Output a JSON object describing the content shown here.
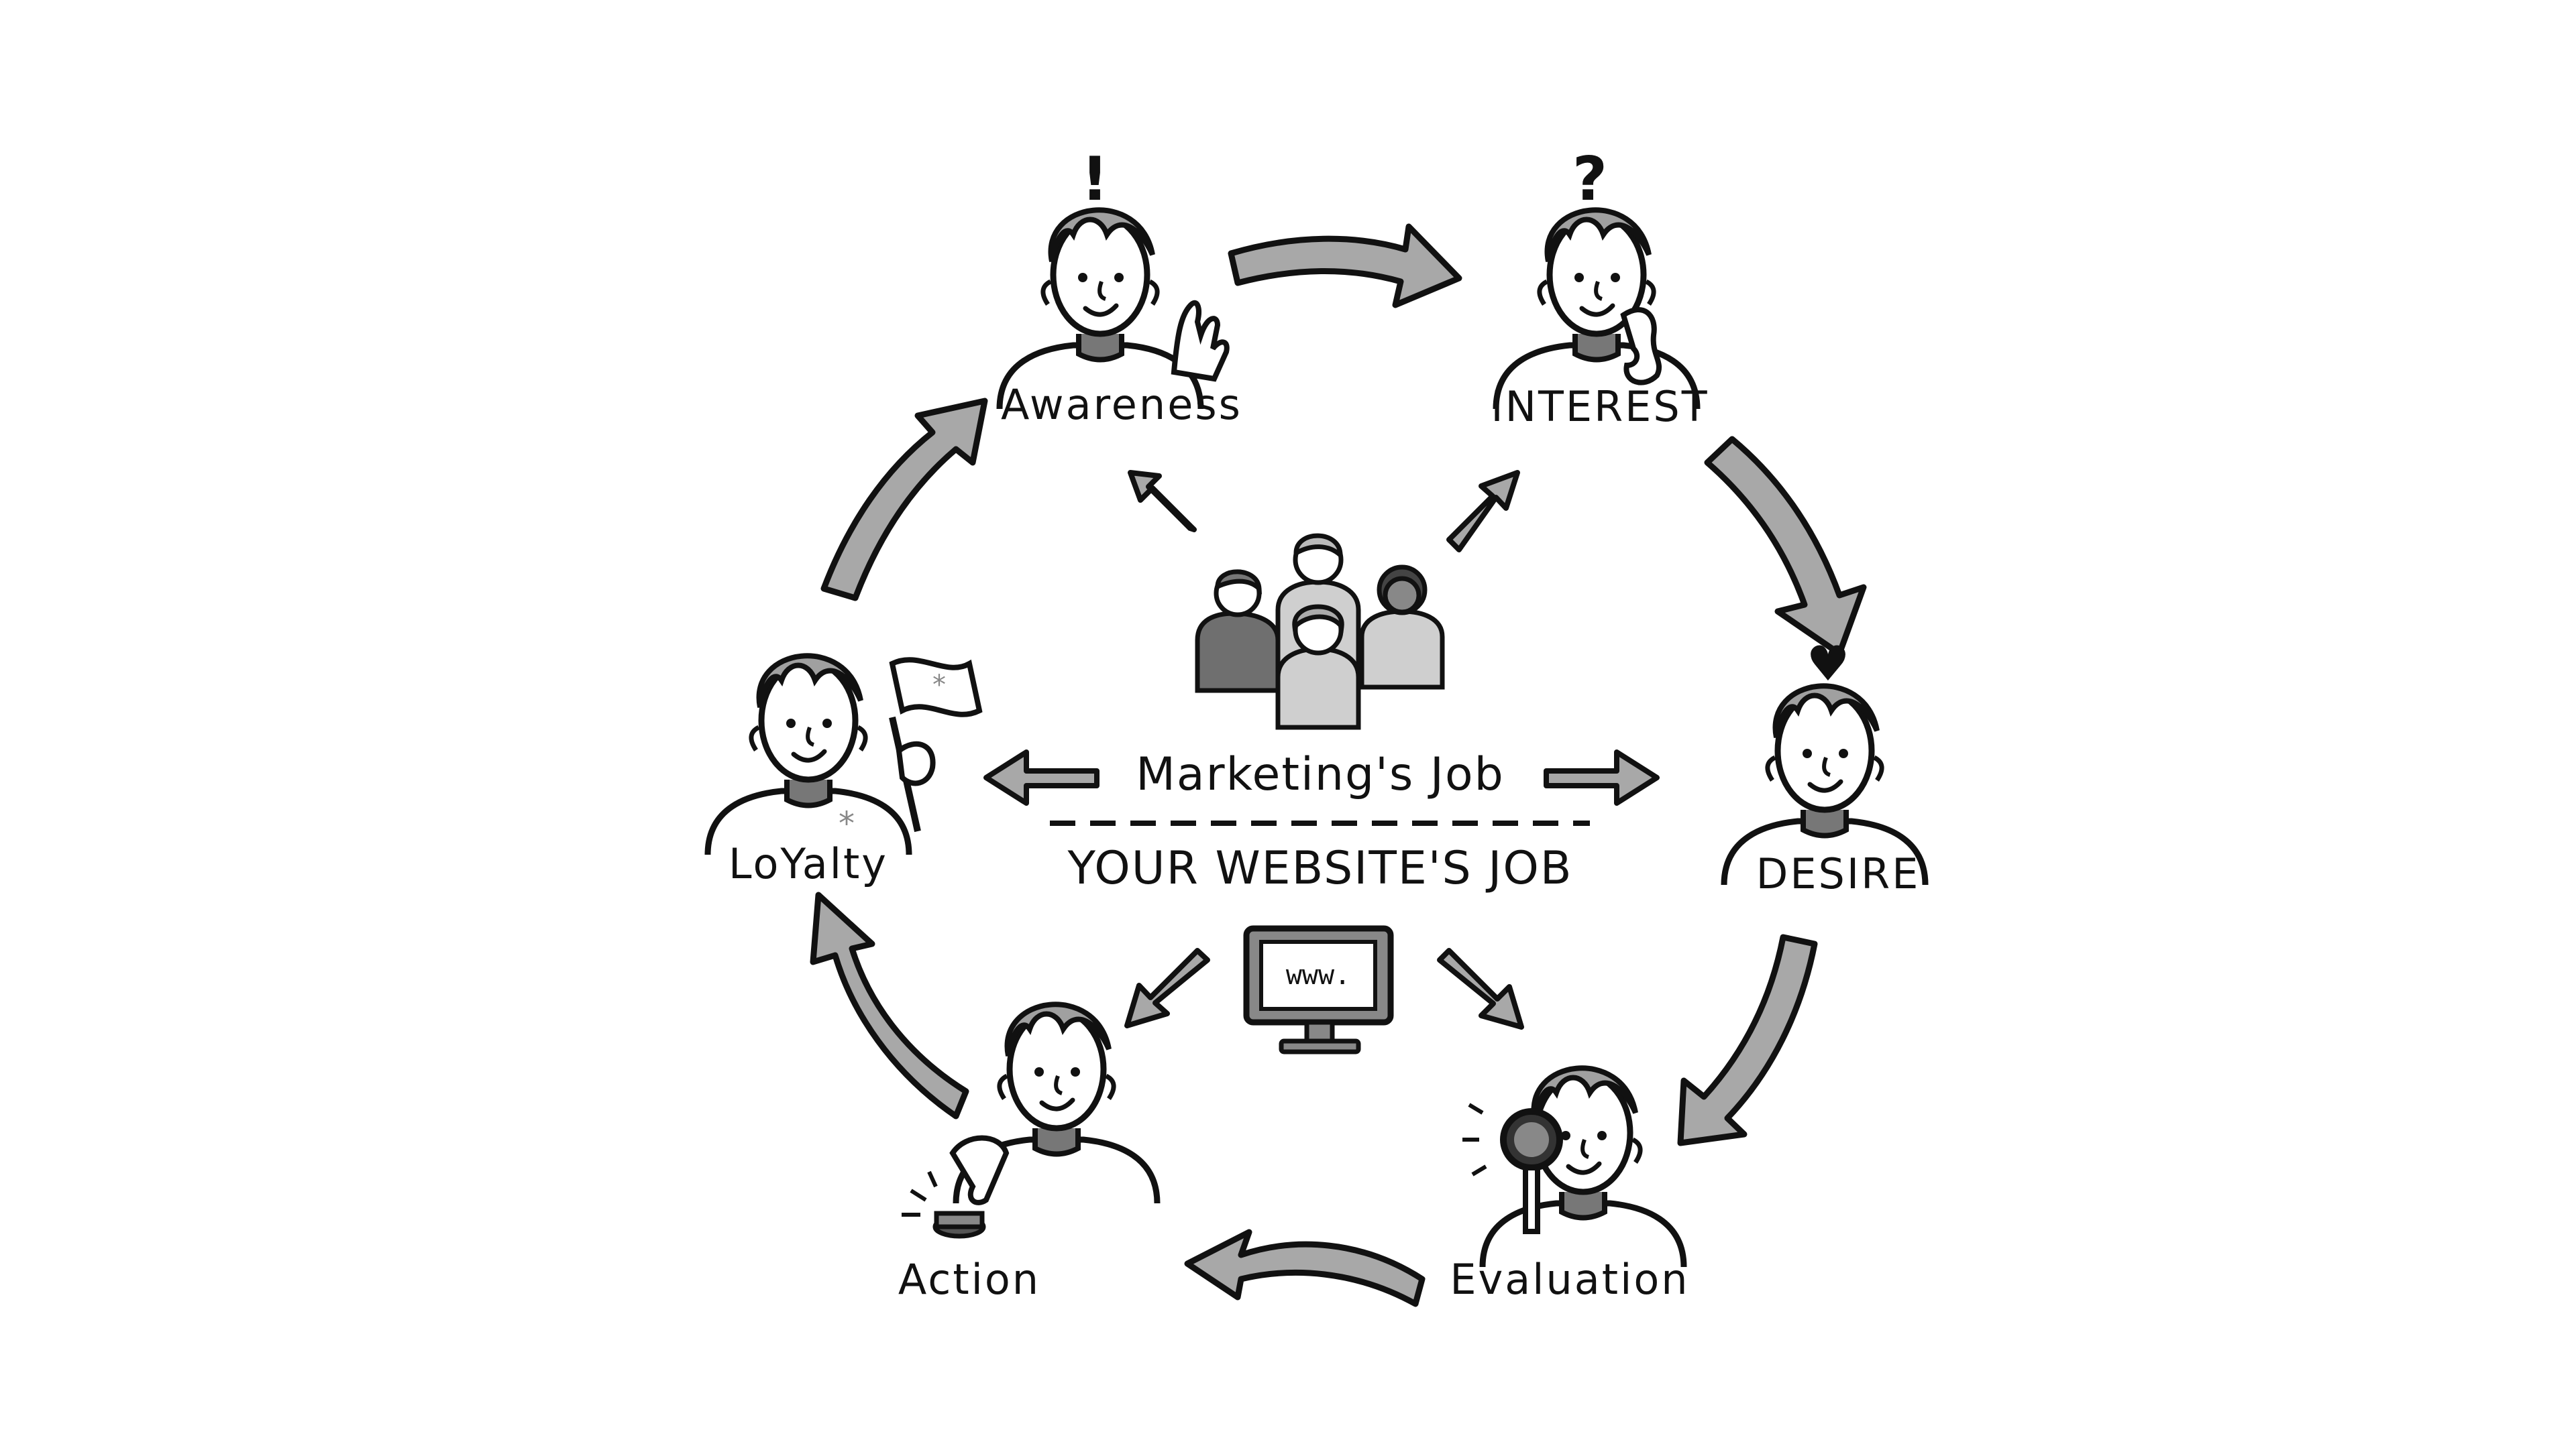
{
  "colors": {
    "arrow_fill": "#a8a8a8",
    "stroke": "#111111",
    "skin": "#ffffff",
    "hair_dark": "#555555",
    "hair_light": "#bcbcbc",
    "shirt_dark": "#6f6f6f",
    "shirt_light": "#cfcfcf",
    "background": "#ffffff"
  },
  "stages": {
    "awareness": {
      "label": "Awareness",
      "mark": "!",
      "icon": "waving-hand-icon"
    },
    "interest": {
      "label": "INTEREST",
      "mark": "?",
      "icon": "thinking-hand-icon"
    },
    "desire": {
      "label": "DESIRE",
      "mark": "♥",
      "icon": "heart-icon"
    },
    "evaluation": {
      "label": "Evaluation",
      "icon": "magnifying-glass-icon"
    },
    "action": {
      "label": "Action",
      "icon": "push-button-icon"
    },
    "loyalty": {
      "label": "LoYalty",
      "icon": "flag-icon"
    }
  },
  "center": {
    "marketing_label": "Marketing's Job",
    "website_label": "YOUR WEBSITE'S JOB",
    "screen_text": "www.",
    "group_icon": "people-group-icon",
    "monitor_icon": "monitor-icon"
  }
}
